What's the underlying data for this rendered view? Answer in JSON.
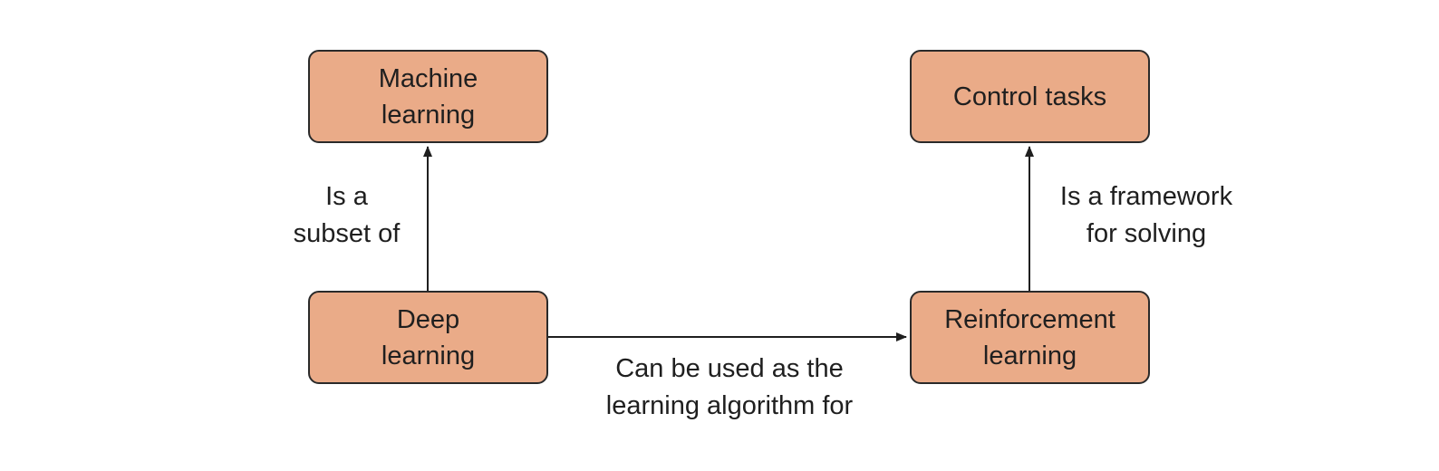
{
  "nodes": {
    "machine_learning": [
      "Machine",
      "learning"
    ],
    "control_tasks": [
      "Control tasks"
    ],
    "deep_learning": [
      "Deep",
      "learning"
    ],
    "reinforcement_learning": [
      "Reinforcement",
      "learning"
    ]
  },
  "edges": {
    "subset_of": [
      "Is a",
      "subset of"
    ],
    "framework_for": [
      "Is a framework",
      "for solving"
    ],
    "used_as": [
      "Can be used as the",
      "learning algorithm for"
    ]
  },
  "colors": {
    "node_fill": "#eaab88",
    "node_border": "#2a2a2a",
    "text": "#1f1f1f",
    "arrow": "#1f1f1f"
  }
}
